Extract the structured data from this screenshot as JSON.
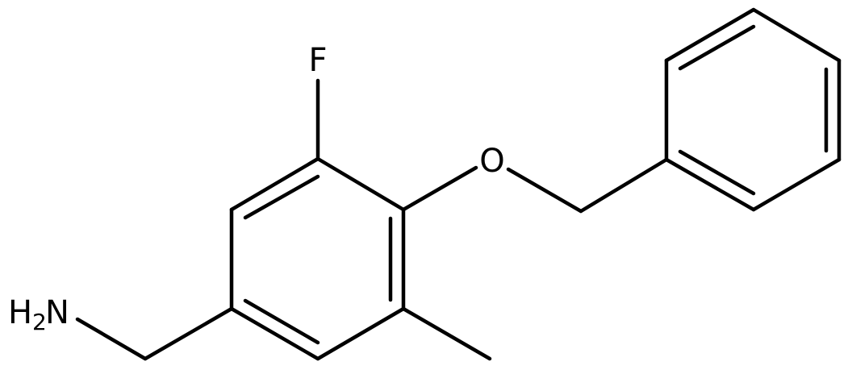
{
  "molecule": {
    "atoms": {
      "fluorine": "F",
      "oxygen": "O",
      "amine_h": "H",
      "amine_sub": "2",
      "amine_n": "N"
    },
    "colors": {
      "bond": "#000000",
      "label": "#000000",
      "background": "#ffffff"
    }
  }
}
